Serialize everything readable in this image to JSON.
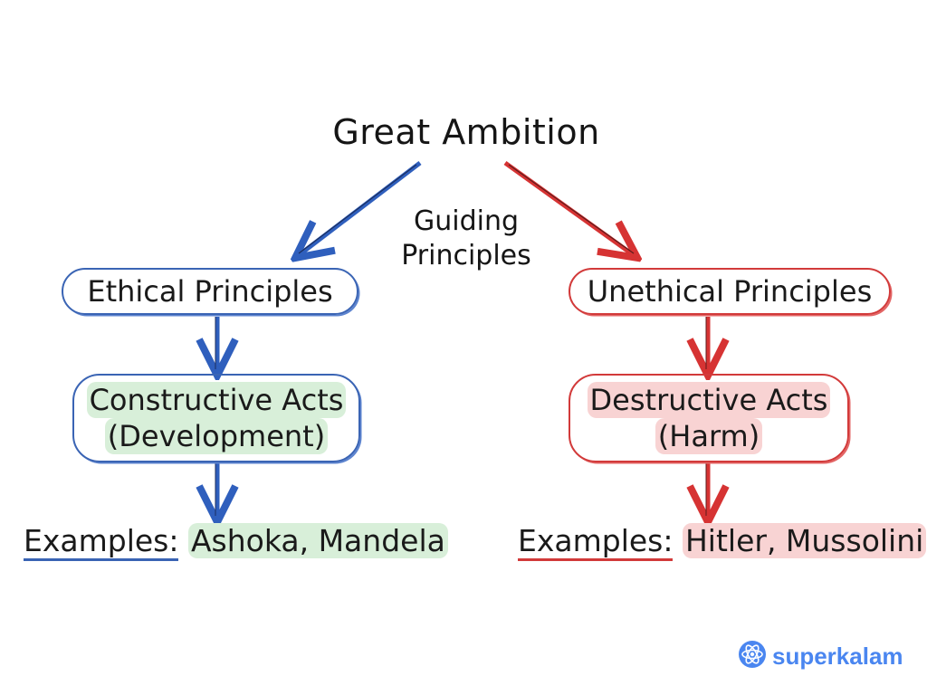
{
  "title": "Great Ambition",
  "guide": [
    "Guiding",
    "Principles"
  ],
  "left": {
    "principle": "Ethical Principles",
    "acts": [
      "Constructive Acts",
      "(Development)"
    ],
    "examples_label": "Examples:",
    "examples": "Ashoka, Mandela",
    "accent": "#3a64b4",
    "highlight": "#d8efd9"
  },
  "right": {
    "principle": "Unethical Principles",
    "acts": [
      "Destructive Acts",
      "(Harm)"
    ],
    "examples_label": "Examples:",
    "examples": "Hitler, Mussolini",
    "accent": "#d23a3a",
    "highlight": "#f8d3d3"
  },
  "brand": {
    "name": "superkalam",
    "icon": "atom-logo-icon",
    "color": "#4a86f0"
  }
}
